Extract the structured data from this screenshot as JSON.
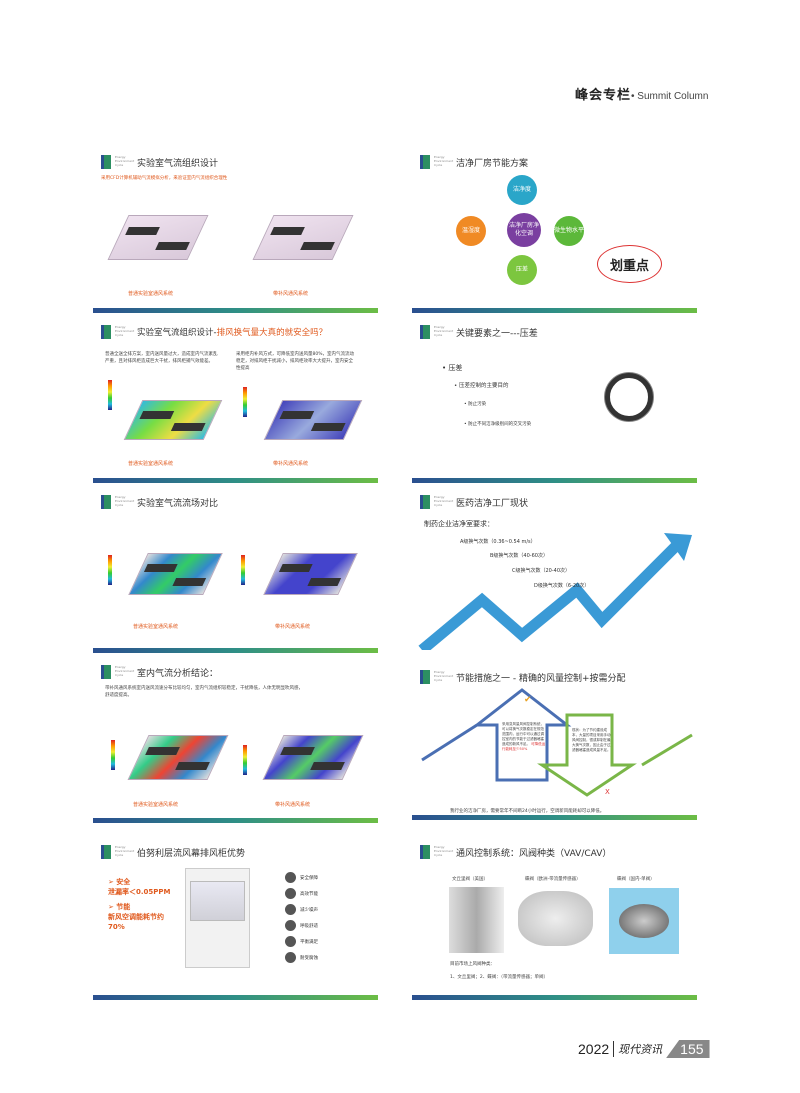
{
  "header": {
    "column_cn": "峰会专栏",
    "column_en": "• Summit Column"
  },
  "logo_text": "Energy Environment Cycle",
  "slides": [
    {
      "title": "实验室气流组织设计",
      "subtitle": "采用CFD计算机辅助气流模拟分析，来验证室内气流组织合理性",
      "captions": [
        "普通实验室通风系统",
        "带补风通风系统"
      ]
    },
    {
      "title": "洁净厂房节能方案",
      "center": "洁净厂房净化空调",
      "nodes": [
        "洁净度",
        "温湿度",
        "微生物水平",
        "压差"
      ],
      "stamp": "划重点"
    },
    {
      "title": "实验室气流组织设计-",
      "title_highlight": "排风换气量大真的就安全吗？",
      "left_text": "普通全送全排方案，室内送风量过大，造成室内气流紊乱严重，且对排风柜造成巨大干扰，排风柜捕气效能差。",
      "right_text": "采用柜内补风方式，可降低室内送风量80%，室内气流流动稳定，对排风柜干扰减小，排风柜效率大大提升，室内安全性提高",
      "captions": [
        "普通实验室通风系统",
        "带补风通风系统"
      ]
    },
    {
      "title": "关键要素之一---压差",
      "bullets": [
        "压差",
        "压差控制的主要目的",
        "防止污染",
        "防止不同洁净级别间的交叉污染"
      ]
    },
    {
      "title": "实验室气流流场对比",
      "captions": [
        "普通实验室通风系统",
        "带补风通风系统"
      ]
    },
    {
      "title": "医药洁净工厂现状",
      "heading": "制药企业洁净室要求：",
      "items": [
        "A级换气次数（0.36~0.54 m/s）",
        "B级换气次数（40-60次）",
        "C级换气次数（20-40次）",
        "D级换气次数（6-20次）"
      ]
    },
    {
      "title": "室内气流分析结论：",
      "text": "带补风通风系统室内送风流速分布比较均匀，室内气流组织较稳定，干扰降低，人体无明显吹风感，舒适度提高。",
      "captions": [
        "普通实验室通风系统",
        "带补风通风系统"
      ]
    },
    {
      "title": "节能措施之一 - 精确的风量控制+按需分配",
      "up_text": "采用变风量风阀控制系统，可以将换气次数稳定在规范范围内，运行中可以通过调控室内的节能于过滤器堵塞造成的新风不足。",
      "up_red": "可降低运行能耗至少50%",
      "check": "✔",
      "down_text": "现状：为了节约建设成本，大量的项目采用手动风阀控制，很或抑制在最大换气次数，因止由于过滤器堵塞造成风量不足。",
      "cross": "X",
      "bottom": "我行业的洁净厂房，需要常年不间断24小时运行，空调新风能耗却可以降低。"
    },
    {
      "title": "伯努利层流风幕排风柜优势",
      "points": [
        "➢ 安全",
        "泄漏率＜0.05PPM",
        "➢ 节能",
        "新风空调能耗节约70%"
      ],
      "features": [
        "安全保障",
        "高效节能",
        "减少噪声",
        "呼吸舒适",
        "平衡满足",
        "耐受腐蚀"
      ]
    },
    {
      "title": "通风控制系统：风阀种类（VAV/CAV）",
      "valves": [
        "文丘里阀（美国）",
        "蝶阀（欧洲-带流量传感器）",
        "蝶阀（国内-单阀）"
      ],
      "market": "目前市场上风阀种类：",
      "list": "1、文丘里阀；2、蝶阀：（带流量传感器；单阀）"
    }
  ],
  "footer": {
    "year": "2022",
    "magazine": "现代资讯",
    "page": "155"
  }
}
